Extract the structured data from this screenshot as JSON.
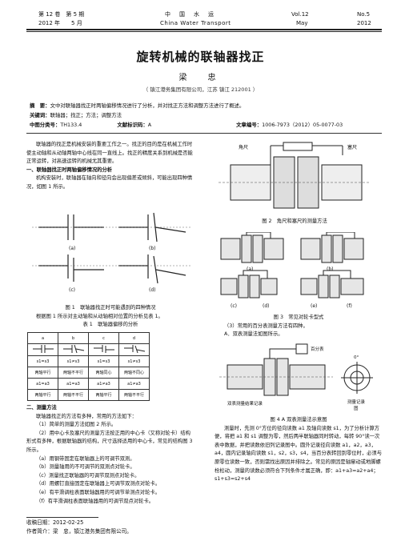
{
  "header": {
    "issue": "第 12 卷　第 5 期",
    "date_cn": "2012 年　　5 月",
    "journal_cn": "中　国　水　运",
    "journal_en": "China Water Transport",
    "vol": "Vol.12",
    "month_en": "May",
    "no": "No.5",
    "year": "2012"
  },
  "title": "旋转机械的联轴器找正",
  "author": "梁　忠",
  "affiliation": "（ 镇江港务集团有限公司，江苏 镇江 212001 ）",
  "abstract": {
    "abstract_label": "摘　要：",
    "abstract_text": "文中对联轴器找正时两轴偏移情况进行了分析，并对找正方法和调整方法进行了概述。",
    "keywords_label": "关键词：",
    "keywords_text": "联轴器；找正；方法；调整方法",
    "clc_label": "中图分类号：",
    "clc_value": "TH133.4",
    "doc_label": "文献标识码：",
    "doc_value": "A",
    "article_label": "文章编号：",
    "article_value": "1006-7973（2012）05-0077-03"
  },
  "left_column": {
    "intro": "联轴器的找正是机械安装的重要工作之一。找正的目的是在机械工作时使主动轴和从动轴两轴中心线在同一直线上。找正的精度关系到机械是否能正常运转，对高速运转的机械尤其重要。",
    "sec1": "一、联轴器找正时两轴偏移情况的分析",
    "sec1_text": "机构安装时，联轴器在轴向和径向会出现偏差或倾斜，可能出现四种情况，如图 1 所示。",
    "fig1_labels": [
      "(a)",
      "(b)",
      "(c)",
      "(d)"
    ],
    "fig1_caption": "图 1　联轴器找正时可能遇到的四种情况",
    "table_intro": "根据图 1 所示对主动轴和从动轴相对位置的分析见表 1。",
    "table_caption": "表 1　联轴器偏移的分析",
    "table": {
      "headers": [
        "a",
        "b",
        "c",
        "d"
      ],
      "row_s": [
        "s1=s3",
        "s1≠s3",
        "s1=s3",
        "s1≠s3"
      ],
      "row_state1": [
        "两轴平行",
        "两轴不平行",
        "两轴同心",
        "两轴不同心"
      ],
      "row_a": [
        "a1=a3",
        "a1=a3",
        "a1≠a3",
        "a1≠a3"
      ],
      "row_state2": [
        "两轴平行",
        "两轴不平行",
        "两轴平行",
        "两轴不平行"
      ]
    },
    "sec2": "二、测量方法",
    "sec2_text": "联轴器找正的方法有多种，常用的方法如下：",
    "item1": "（1）简单的测量方法如图 2 所示。",
    "item2": "（2）用中心卡及塞尺的测量方法按正用的中心卡（又称对轮卡）结构形式有多种，根据联轴器的结构，尺寸选择适用的中心卡，常见的结构图 3 所示。",
    "sub_a": "（a）用钢带固定在联轴器上的可调节双测。",
    "sub_b": "（b）测量轴用的不可调节的双测点对轮卡。",
    "sub_c": "（c）测量找正联轴器的可调节双测点对轮卡。",
    "sub_d": "（d）用螺钉直接固定在联轴器上可调节双测点对轮卡。",
    "sub_e": "（e）有平滑调柱表面联轴器用的可调节单测点对轮卡。",
    "sub_f": "（f）有平滑调柱表面联轴器用的可调节双点对轮卡。",
    "received": "收稿日期：2012-02-25",
    "author_bio": "作者简介：梁　忠，镇江港务集团有限公司。"
  },
  "right_column": {
    "fig2_labels": [
      "角尺",
      "塞尺"
    ],
    "fig2_caption": "图 2　角尺和塞尺的测量方法",
    "fig3_labels": [
      "(a)",
      "(b)",
      "(c)",
      "(d)",
      "(e)",
      "(f)"
    ],
    "fig3_caption": "图 3　常见对轮卡型式",
    "item3": "（3）常用的百分表测量方法有四种。",
    "item3a": "A．双表测量法如图所示。",
    "fig4_labels": [
      "百分表",
      "0°",
      "测量记录",
      "图",
      "双表测量结果记录"
    ],
    "fig4_caption": "图 4 A 双表测量法示意图",
    "text": "测量时，先测 0°方位的径向读数 a1 及轴向读数 s1，为了分析计算方便，将把 a1 和 s1 调整为零，然后两半联轴器同时转动，每转 90°读一次表中数据，并把读数依旧列记录图中。圆外记录径向读数 a1，a2，a3，a4，圆内记录轴向读数 s1，s2，s3，s4，当百分表转回到零位时，必须与原零位读数一致，否则需找出原因并排除之。常见的原因是轴窜动或地脚螺栓松动，测量的读数必须符合下列条件才属正确，即：a1+a3=a2+a4；s1+s3=s2+s4"
  }
}
